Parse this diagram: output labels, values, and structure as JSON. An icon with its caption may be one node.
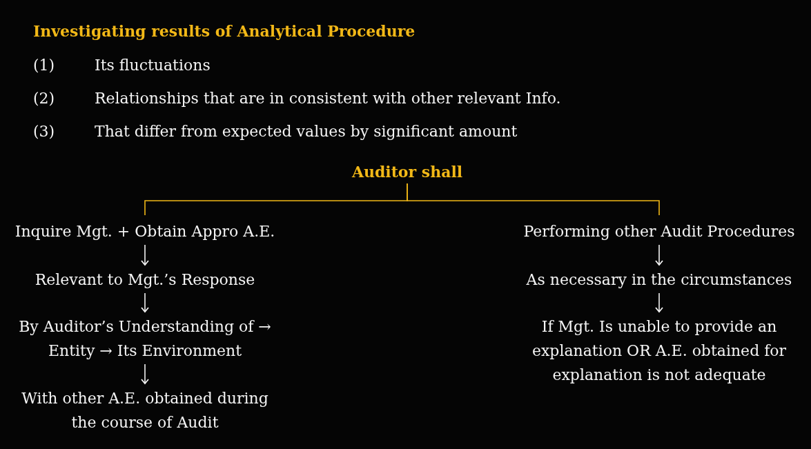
{
  "diagram": {
    "title": "Investigating results of Analytical Procedure",
    "nodes": [
      {
        "text": [
          "Auditor shall"
        ]
      },
      {
        "text": [
          "Inquire Mgt. + Obtain Appro A.E."
        ]
      },
      {
        "text": [
          "Relevant to Mgt.’s Response"
        ]
      },
      {
        "text": [
          "By Auditor’s Understanding of → Entity → Its Environment"
        ]
      },
      {
        "text": [
          "With other A.E. obtained during the course of Audit"
        ]
      },
      {
        "text": [
          "Performing other Audit Procedures"
        ]
      },
      {
        "text": [
          "As necessary in the circumstances"
        ]
      },
      {
        "text": [
          "If Mgt. Is unable to provide an explanation OR A.E. obtained for explanation is not adequate"
        ]
      }
    ],
    "edges": [
      {
        "from": 0,
        "to": 1,
        "arrow": "none",
        "color": "#f2b817"
      },
      {
        "from": 0,
        "to": 5,
        "arrow": "none",
        "color": "#f2b817"
      },
      {
        "from": 1,
        "to": 2,
        "arrow": "to"
      },
      {
        "from": 2,
        "to": 3,
        "arrow": "to"
      },
      {
        "from": 3,
        "to": 4,
        "arrow": "to"
      },
      {
        "from": 5,
        "to": 6,
        "arrow": "to"
      },
      {
        "from": 6,
        "to": 7,
        "arrow": "to"
      }
    ],
    "labels": [
      "(1)",
      "Its fluctuations",
      "(2)",
      "Relationships that are in consistent with other relevant Info.",
      "(3)",
      "That differ from expected values by significant amount"
    ]
  }
}
